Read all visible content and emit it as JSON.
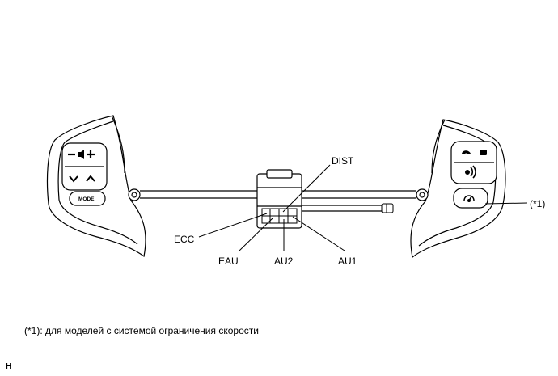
{
  "labels": {
    "dist": "DIST",
    "ecc": "ECC",
    "eau": "EAU",
    "au2": "AU2",
    "au1": "AU1",
    "note_marker": "(*1)"
  },
  "left_switch": {
    "mode_label": "MODE",
    "icons": [
      "volume-down-icon",
      "volume-up-icon",
      "seek-down-icon",
      "seek-up-icon"
    ]
  },
  "right_switch": {
    "icons": [
      "phone-answer-icon",
      "phone-hangup-icon",
      "voice-icon",
      "distance-icon"
    ]
  },
  "footnote": "(*1): для моделей с системой ограничения скорости",
  "figure_code": "H"
}
